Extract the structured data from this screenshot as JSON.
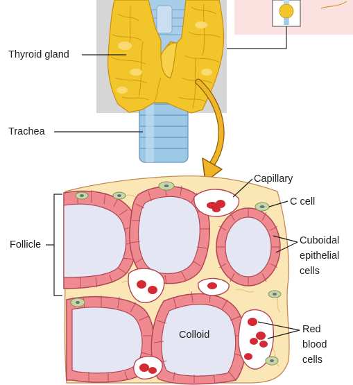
{
  "labels": {
    "thyroid_gland": "Thyroid gland",
    "trachea": "Trachea",
    "capillary": "Capillary",
    "c_cell": "C cell",
    "follicle": "Follicle",
    "cuboidal_line1": "Cuboidal",
    "cuboidal_line2": "epithelial",
    "cuboidal_line3": "cells",
    "colloid": "Colloid",
    "red_line1": "Red",
    "red_line2": "blood",
    "red_line3": "cells"
  },
  "colors": {
    "gland": "#f2c62a",
    "gland_dark": "#d49a0e",
    "trachea": "#9dc8e6",
    "trachea_dark": "#5f93bd",
    "backdrop": "#d6d6d6",
    "inset": "#fbe2e0",
    "arrow": "#f0b429",
    "tissue": "#fbe6b6",
    "tissue_edge": "#c58a52",
    "cell": "#ee8a90",
    "cell_edge": "#b24654",
    "colloid": "#e4e6f4",
    "rbc": "#d42a34",
    "c_cell": "#c7d8a6"
  }
}
